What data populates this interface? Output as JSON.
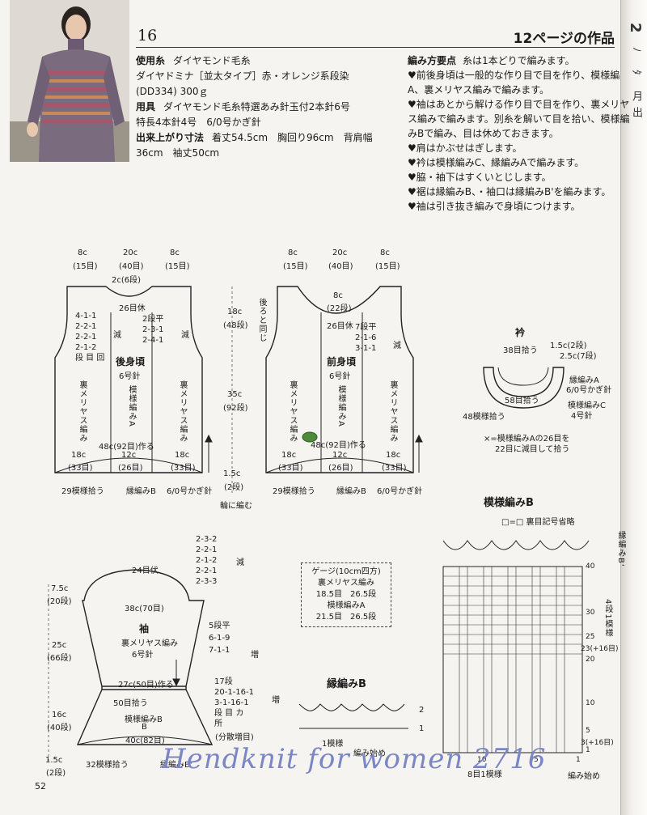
{
  "header": {
    "pattern_no": "16",
    "page_ref": "12ページの作品",
    "gutter_glyphs": [
      "2",
      "ﾉ",
      "ﾀ",
      "月",
      "出"
    ]
  },
  "spec": [
    {
      "label": "使用糸",
      "text": "ダイヤモンド毛糸"
    },
    {
      "label": "",
      "text": "ダイヤドミナ［並太タイプ］赤・オレンジ系段染"
    },
    {
      "label": "",
      "text": "(DD334) 300ｇ"
    },
    {
      "label": "用具",
      "text": "ダイヤモンド毛糸特選あみ針玉付2本針6号"
    },
    {
      "label": "",
      "text": "特長4本針4号　6/0号かぎ針"
    },
    {
      "label": "出来上がり寸法",
      "text": "着丈54.5cm　胸回り96cm　背肩幅"
    },
    {
      "label": "",
      "text": "36cm　袖丈50cm"
    }
  ],
  "steps": {
    "title": "編み方要点",
    "intro": "糸は1本どりで編みます。",
    "lines": [
      "♥前後身頃は一般的な作り目で目を作り、模様編",
      "A、裏メリヤス編みで編みます。",
      "♥袖はあとから解ける作り目で目を作り、裏メリヤ",
      "ス編みで編みます。別糸を解いて目を拾い、模様編",
      "みBで編み、目は休めておきます。",
      "♥肩はかぶせはぎします。",
      "♥衿は模様編みC、縁編みAで編みます。",
      "♥脇・袖下はすくいとじします。",
      "♥裾は縁編みB、・袖口は縁編みB'を編みます。",
      "♥袖は引き抜き編みで身頃につけます。"
    ]
  },
  "back": {
    "top_dims": [
      "8c",
      "(15目)",
      "20c",
      "(40目)",
      "8c",
      "(15目)"
    ],
    "neck": "2c(6段)",
    "neck_bo": "26目休",
    "dec_left": [
      "4-1-1",
      "2-2-1",
      "2-2-1",
      "2-1-2",
      "段 目 回"
    ],
    "dec_right": [
      "2段平",
      "2-3-1",
      "2-4-1"
    ],
    "dec_mark": "減",
    "title": "後身頃",
    "needle": "6号針",
    "col1": "裏メリヤス編み",
    "col2": "模様編みA",
    "col3": "裏メリヤス編み",
    "cast_on": "48c(92目)作る",
    "bottom_dims": [
      "18c",
      "(33目)",
      "12c",
      "(26目)",
      "18c",
      "(33目)"
    ],
    "pickup": "29模様拾う",
    "edging": "縁編みB",
    "hook": "6/0号かぎ針",
    "height1": "18c",
    "height1_rows": "(48段)",
    "height2": "35c",
    "height2_rows": "(92段)",
    "height3": "1.5c",
    "height3_rows": "(2段)",
    "round": "輪に編む"
  },
  "front": {
    "top_dims": [
      "8c",
      "(15目)",
      "20c",
      "(40目)",
      "8c",
      "(15目)"
    ],
    "neck": "8c",
    "neck_rows": "(22段)",
    "neck_bo": "26目休",
    "dec_right": [
      "7段平",
      "2-1-6",
      "3-1-1"
    ],
    "dec_mark": "減",
    "same_as_back": "後ろと同じ",
    "title": "前身頃",
    "needle": "6号針",
    "col1": "裏メリヤス編み",
    "col2": "模様編みA",
    "col3": "裏メリヤス編み",
    "cast_on": "48c(92目)作る",
    "bottom_dims": [
      "18c",
      "(33目)",
      "12c",
      "(26目)",
      "18c",
      "(33目)"
    ],
    "pickup": "29模様拾う",
    "edging": "縁編みB",
    "hook": "6/0号かぎ針"
  },
  "collar": {
    "title": "衿",
    "pick_top": "38目拾う",
    "h1": "1.5c(2段)",
    "h2": "2.5c(7段)",
    "edge": "縁編みA",
    "hook": "6/0号かぎ針",
    "pattern": "模様編みC",
    "needle": "4号針",
    "pick_bottom": "58目拾う",
    "pick_left": "48模様拾う",
    "note1": "×=模様編みAの26目を",
    "note2": "22目に減目して拾う"
  },
  "sleeve": {
    "dec_top": [
      "2-3-2",
      "2-2-1",
      "2-1-2",
      "2-2-1",
      "2-3-3"
    ],
    "dec_mark": "減",
    "top_bo": "24目伏",
    "width": "38c(70目)",
    "title": "袖",
    "stitch": "裏メリヤス編み",
    "needle": "6号針",
    "inc": [
      "5段平",
      "6-1-9",
      "7-1-1"
    ],
    "inc_mark": "増",
    "h1": "7.5c",
    "h1_rows": "(20段)",
    "h2": "25c",
    "h2_rows": "(66段)",
    "h3": "16c",
    "h3_rows": "(40段)",
    "h4": "1.5c",
    "h4_rows": "(2段)",
    "cuff_cast": "27c(50目)作る",
    "cuff_pick": "50目拾う",
    "cuff_inc": [
      "17段",
      "20-1-16-1",
      "3-1-16-1",
      "段 目 カ",
      "所"
    ],
    "cuff_inc_note": "(分散増目)",
    "cuff_pattern": "模様編みB",
    "cuff_b": "B",
    "cuff_width": "40c(82目)",
    "cuff_pickup": "32模様拾う",
    "edging": "縁編みB'"
  },
  "gauge": {
    "title": "ゲージ(10cm四方)",
    "l1": "裏メリヤス編み",
    "l2": "18.5目　26.5段",
    "l3": "模様編みA",
    "l4": "21.5目　26.5段"
  },
  "edgeB": {
    "title": "縁編みB",
    "r2": "2",
    "r1": "1",
    "pick": "1模様",
    "start": "編み始め"
  },
  "patternB": {
    "title": "模様編みB",
    "legend": "□=□ 裏目記号省略",
    "rows": [
      "40",
      "30",
      "25",
      "23(+16目)",
      "20",
      "10",
      "5",
      "3(+16目)",
      "1"
    ],
    "cols": [
      "10",
      "5",
      "1"
    ],
    "side": "縁編みB'",
    "repeat": "4段1模様",
    "bottom": "8目1模様",
    "start": "編み始め"
  },
  "watermark": "Hendknit for women 2716",
  "page_number": "52"
}
